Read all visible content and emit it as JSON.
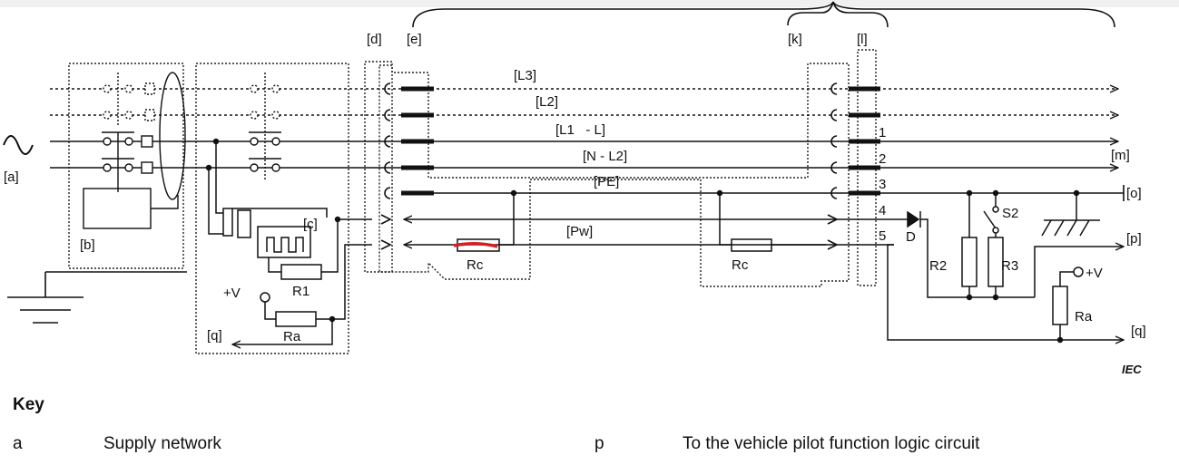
{
  "labels": {
    "a": "[a]",
    "b": "[b]",
    "c": "[c]",
    "d": "[d]",
    "e": "[e]",
    "k": "[k]",
    "l": "[l]",
    "m": "[m]",
    "o": "[o]",
    "p": "[p]",
    "q_left": "[q]",
    "q_right": "[q]",
    "L3": "[L3]",
    "L2": "[L2]",
    "L1": "[L1   - L]",
    "N": "[N - L2]",
    "PE": "[PE]",
    "Pw": "[Pw]",
    "Rc_left": "Rc",
    "Rc_right": "Rc",
    "R1": "R1",
    "Ra_left": "Ra",
    "Ra_right": "Ra",
    "plusV_left": "+V",
    "plusV_right": "+V",
    "R2": "R2",
    "R3": "R3",
    "S2": "S2",
    "D": "D",
    "pin1": "1",
    "pin2": "2",
    "pin3": "3",
    "pin4": "4",
    "pin5": "5",
    "iec": "IEC"
  },
  "key": {
    "title": "Key",
    "items": [
      {
        "letter": "a",
        "text": "Supply network"
      },
      {
        "letter": "p",
        "text": "To the vehicle pilot function logic circuit"
      }
    ]
  },
  "colors": {
    "line": "#111111",
    "highlight": "#d42020"
  }
}
